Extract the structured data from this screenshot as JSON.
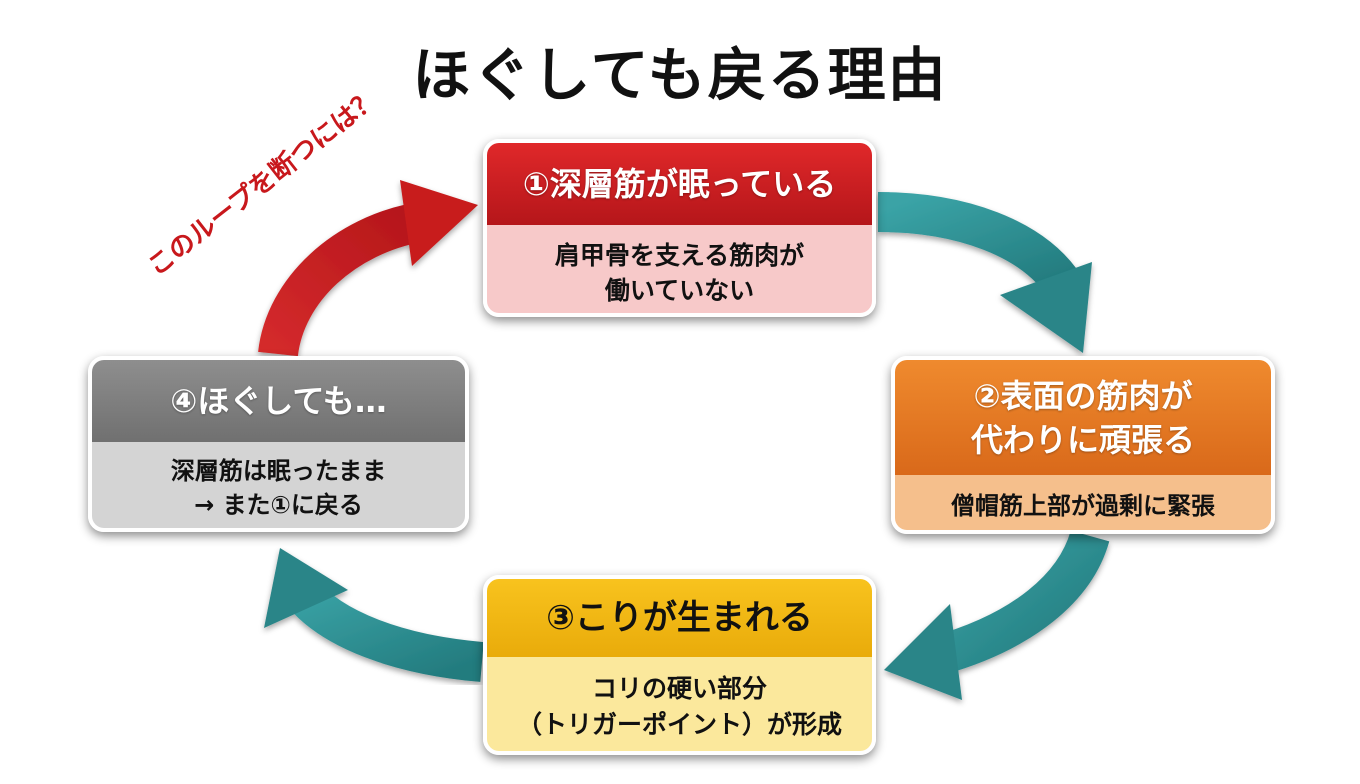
{
  "title": "ほぐしても戻る理由",
  "loop_label": "このループを断つには？",
  "colors": {
    "red": "#c81c1e",
    "orange": "#e67822",
    "yellow": "#f5bb14",
    "gray": "#808080",
    "teal": "#2e8f92"
  },
  "steps": [
    {
      "head": "①深層筋が眠っている",
      "body": [
        "肩甲骨を支える筋肉が",
        "働いていない"
      ]
    },
    {
      "head": [
        "②表面の筋肉が",
        "代わりに頑張る"
      ],
      "body": "僧帽筋上部が過剰に緊張"
    },
    {
      "head": "③こりが生まれる",
      "body": [
        "コリの硬い部分",
        "（トリガーポイント）が形成"
      ]
    },
    {
      "head": "④ほぐしても…",
      "body": [
        "深層筋は眠ったまま",
        "→ また①に戻る"
      ]
    }
  ]
}
